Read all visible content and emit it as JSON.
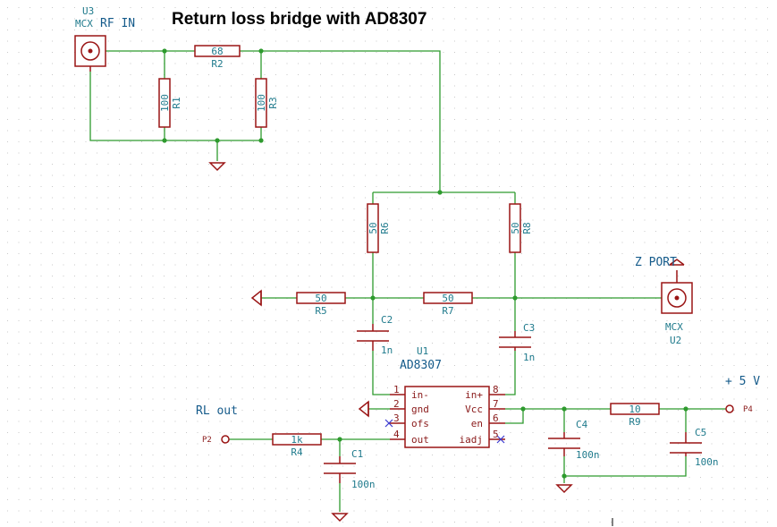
{
  "title": "Return loss bridge with AD8307",
  "colors": {
    "wire": "#2e9a2e",
    "component": "#9a1515",
    "text": "#1f7a8c",
    "label": "#145a8a",
    "grid": "#c8c8c8"
  },
  "connectors": {
    "u3": {
      "ref": "U3",
      "value": "MCX",
      "label": "RF IN"
    },
    "u2": {
      "ref": "U2",
      "value": "MCX",
      "label": "Z PORT"
    }
  },
  "resistors": {
    "r1": {
      "ref": "R1",
      "value": "100"
    },
    "r2": {
      "ref": "R2",
      "value": "68"
    },
    "r3": {
      "ref": "R3",
      "value": "100"
    },
    "r4": {
      "ref": "R4",
      "value": "1k"
    },
    "r5": {
      "ref": "R5",
      "value": "50"
    },
    "r6": {
      "ref": "R6",
      "value": "50"
    },
    "r7": {
      "ref": "R7",
      "value": "50"
    },
    "r8": {
      "ref": "R8",
      "value": "50"
    },
    "r9": {
      "ref": "R9",
      "value": "10"
    }
  },
  "capacitors": {
    "c1": {
      "ref": "C1",
      "value": "100n"
    },
    "c2": {
      "ref": "C2",
      "value": "1n"
    },
    "c3": {
      "ref": "C3",
      "value": "1n"
    },
    "c4": {
      "ref": "C4",
      "value": "100n"
    },
    "c5": {
      "ref": "C5",
      "value": "100n"
    }
  },
  "ic": {
    "ref": "U1",
    "value": "AD8307",
    "left_pins": [
      {
        "num": "1",
        "name": "in-"
      },
      {
        "num": "2",
        "name": "gnd"
      },
      {
        "num": "3",
        "name": "ofs"
      },
      {
        "num": "4",
        "name": "out"
      }
    ],
    "right_pins": [
      {
        "num": "8",
        "name": "in+"
      },
      {
        "num": "7",
        "name": "Vcc"
      },
      {
        "num": "6",
        "name": "en"
      },
      {
        "num": "5",
        "name": "iadj"
      }
    ]
  },
  "ports": {
    "p2": {
      "ref": "P2",
      "label": "RL out"
    },
    "p4": {
      "ref": "P4",
      "label": "+ 5 V"
    }
  }
}
